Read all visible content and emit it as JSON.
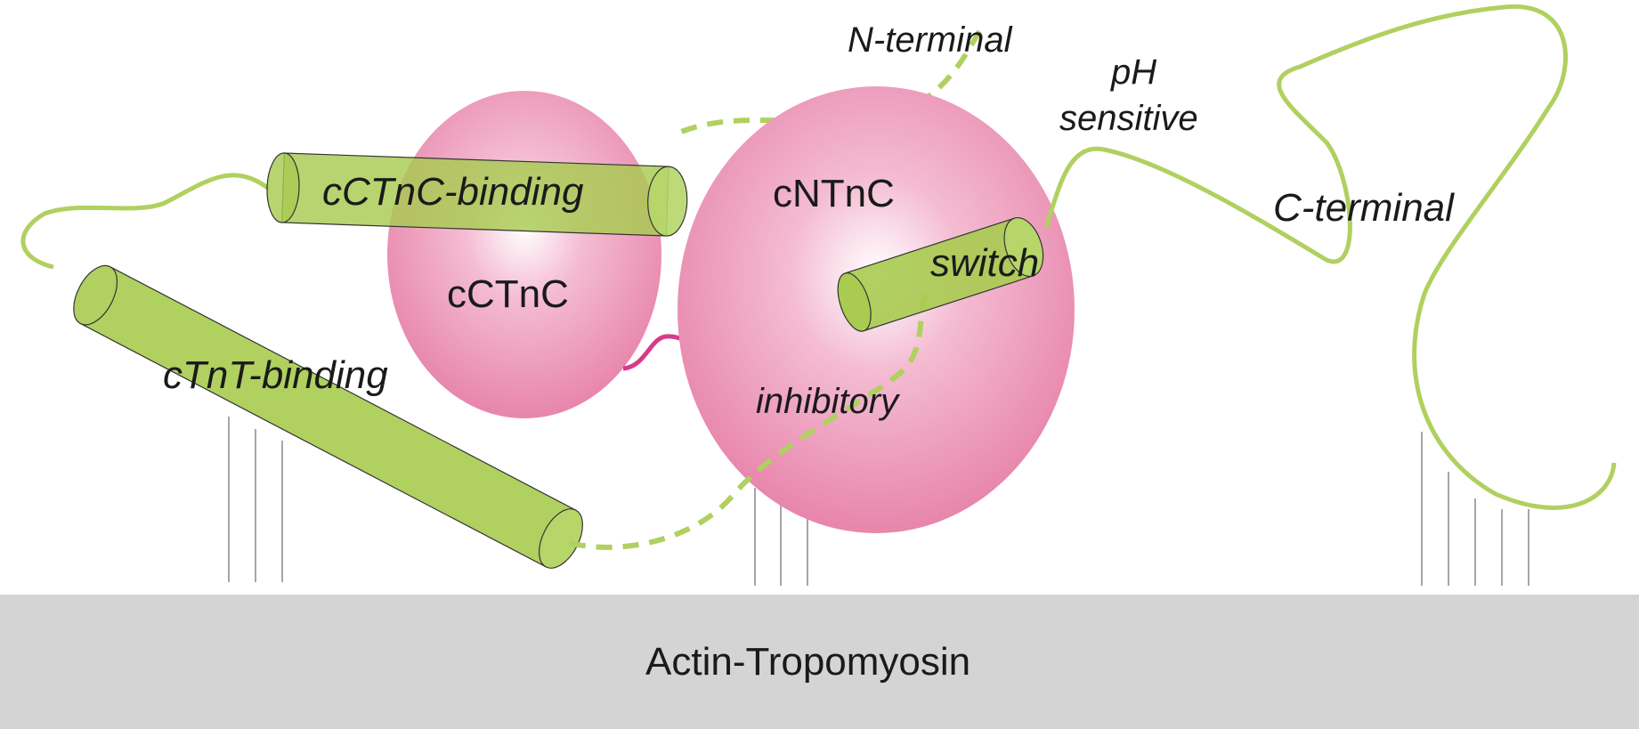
{
  "labels": {
    "n_terminal": "N-terminal",
    "ph_line1": "pH",
    "ph_line2": "sensitive",
    "c_terminal": "C-terminal",
    "cctnc_binding": "cCTnC-binding",
    "cntnc": "cNTnC",
    "cctnc": "cCTnC",
    "switch": "switch",
    "ctnt_binding": "cTnT-binding",
    "inhibitory": "inhibitory",
    "actin": "Actin-Tropomyosin"
  },
  "colors": {
    "helix_green": "#b0d060",
    "domain_pink": "#e67fa7",
    "domain_highlight": "#ffffff",
    "linker_magenta": "#d83a8a",
    "actin_gray": "#d4d4d4",
    "tether_gray": "#888888"
  }
}
